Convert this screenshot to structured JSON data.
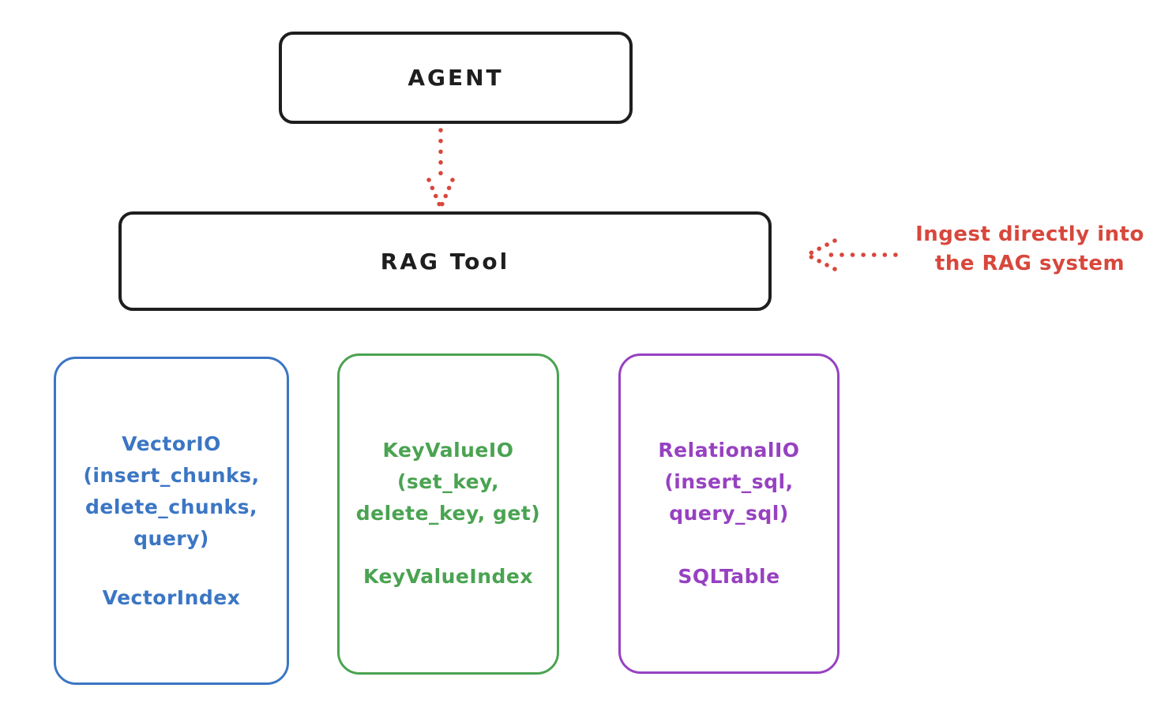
{
  "agent": {
    "label": "AGENT"
  },
  "rag_tool": {
    "label": "RAG Tool"
  },
  "annotation": {
    "line1": "Ingest directly into",
    "line2": "the RAG system",
    "color": "#d8473c"
  },
  "arrows": {
    "agent_to_rag": {
      "style": "dotted",
      "direction": "down",
      "color": "#d8473c"
    },
    "annotation_to_rag": {
      "style": "dotted",
      "direction": "left",
      "color": "#d8473c"
    }
  },
  "io_boxes": [
    {
      "name": "VectorIO",
      "title_lines": [
        "VectorIO",
        "(insert_chunks,",
        "delete_chunks,",
        "query)"
      ],
      "index_label": "VectorIndex",
      "color": "#3b76c4"
    },
    {
      "name": "KeyValueIO",
      "title_lines": [
        "KeyValueIO",
        "(set_key,",
        "delete_key, get)"
      ],
      "index_label": "KeyValueIndex",
      "color": "#4aa351"
    },
    {
      "name": "RelationalIO",
      "title_lines": [
        "RelationalIO",
        "(insert_sql,",
        "query_sql)"
      ],
      "index_label": "SQLTable",
      "color": "#9741c1"
    }
  ],
  "colors": {
    "stroke_black": "#1e1e1e",
    "red": "#d8473c",
    "blue": "#3b76c4",
    "green": "#4aa351",
    "purple": "#9741c1",
    "background": "#ffffff"
  }
}
